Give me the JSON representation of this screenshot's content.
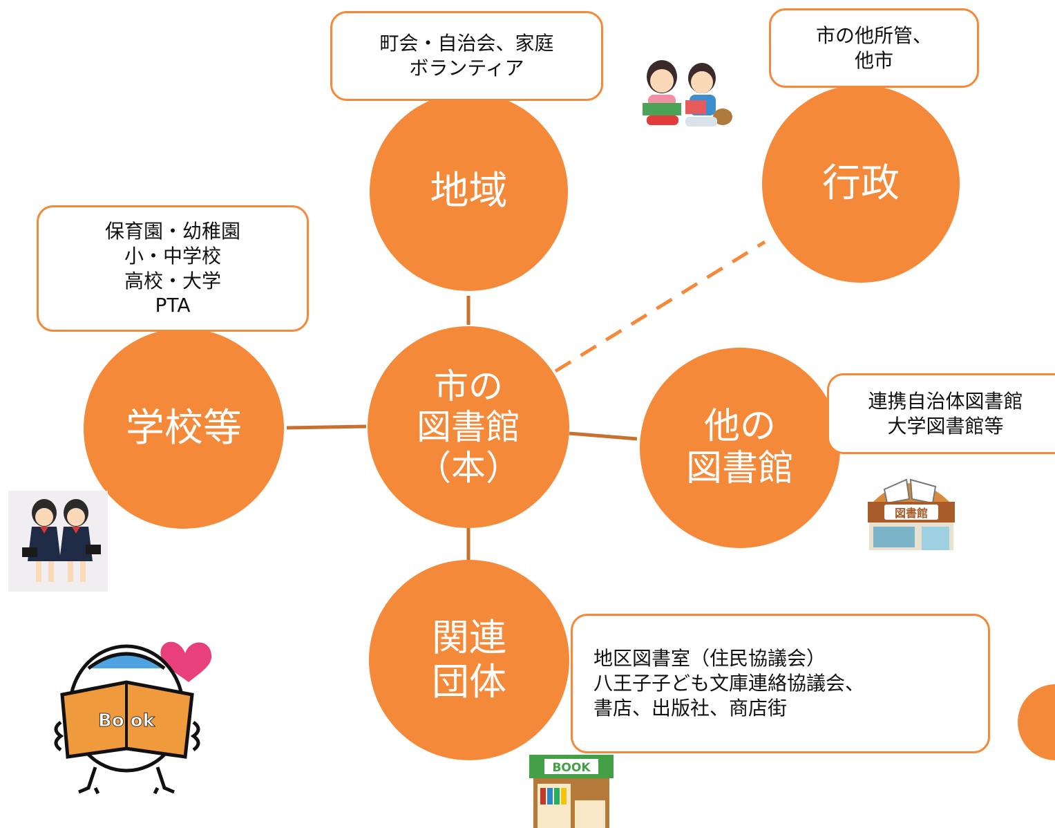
{
  "center": {
    "label": "市の\n図書館\n（本）"
  },
  "nodes": {
    "chiiki": {
      "label": "地域",
      "note": "町会・自治会、家庭\nボランティア"
    },
    "gyosei": {
      "label": "行政",
      "note": "市の他所管、\n他市"
    },
    "gakko": {
      "label": "学校等",
      "note": "保育園・幼稚園\n小・中学校\n高校・大学\nPTA"
    },
    "hoka": {
      "label": "他の\n図書館",
      "note": "連携自治体図書館\n大学図書館等"
    },
    "kanren": {
      "label": "関連\n団体",
      "note": "地区図書室（住民協議会）\n八王子子ども文庫連絡協議会、\n書店、出版社、商店街"
    }
  },
  "illustrations": {
    "library_sign": "図書館",
    "bookshop_sign": "BOOK",
    "reader_book": "Bo ok"
  },
  "colors": {
    "accent": "#f5893a",
    "line": "#c8702e"
  }
}
